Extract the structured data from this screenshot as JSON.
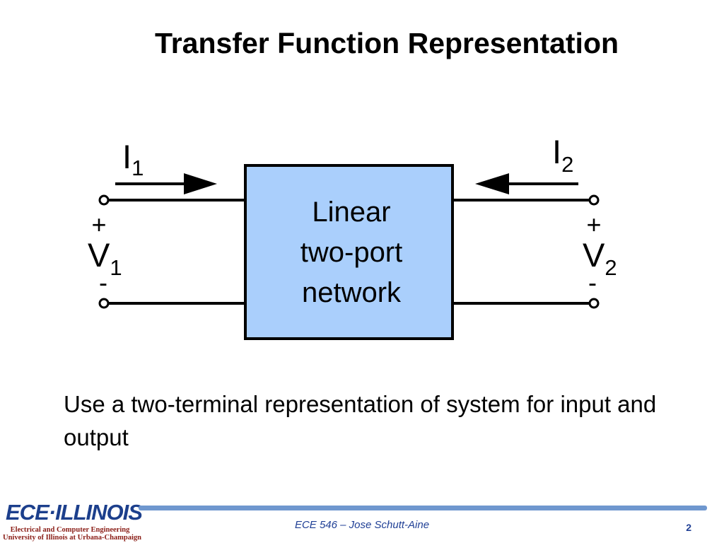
{
  "title": "Transfer Function Representation",
  "diagram": {
    "box_lines": [
      "Linear",
      "two-port",
      "network"
    ],
    "left_current": {
      "symbol": "I",
      "subscript": "1"
    },
    "right_current": {
      "symbol": "I",
      "subscript": "2"
    },
    "left_voltage": {
      "symbol": "V",
      "subscript": "1",
      "plus": "+",
      "minus": "-"
    },
    "right_voltage": {
      "symbol": "V",
      "subscript": "2",
      "plus": "+",
      "minus": "-"
    },
    "box_fill": "#aacffc"
  },
  "body_text": "Use a two-terminal representation of system for input and output",
  "footer": {
    "logo_text": "ECE·ILLINOIS",
    "logo_line1": "Electrical and Computer Engineering",
    "logo_line2": "University of Illinois at Urbana-Champaign",
    "center_text": "ECE 546 – Jose Schutt-Aine",
    "page_number": "2",
    "accent_color": "#6f97cf"
  }
}
